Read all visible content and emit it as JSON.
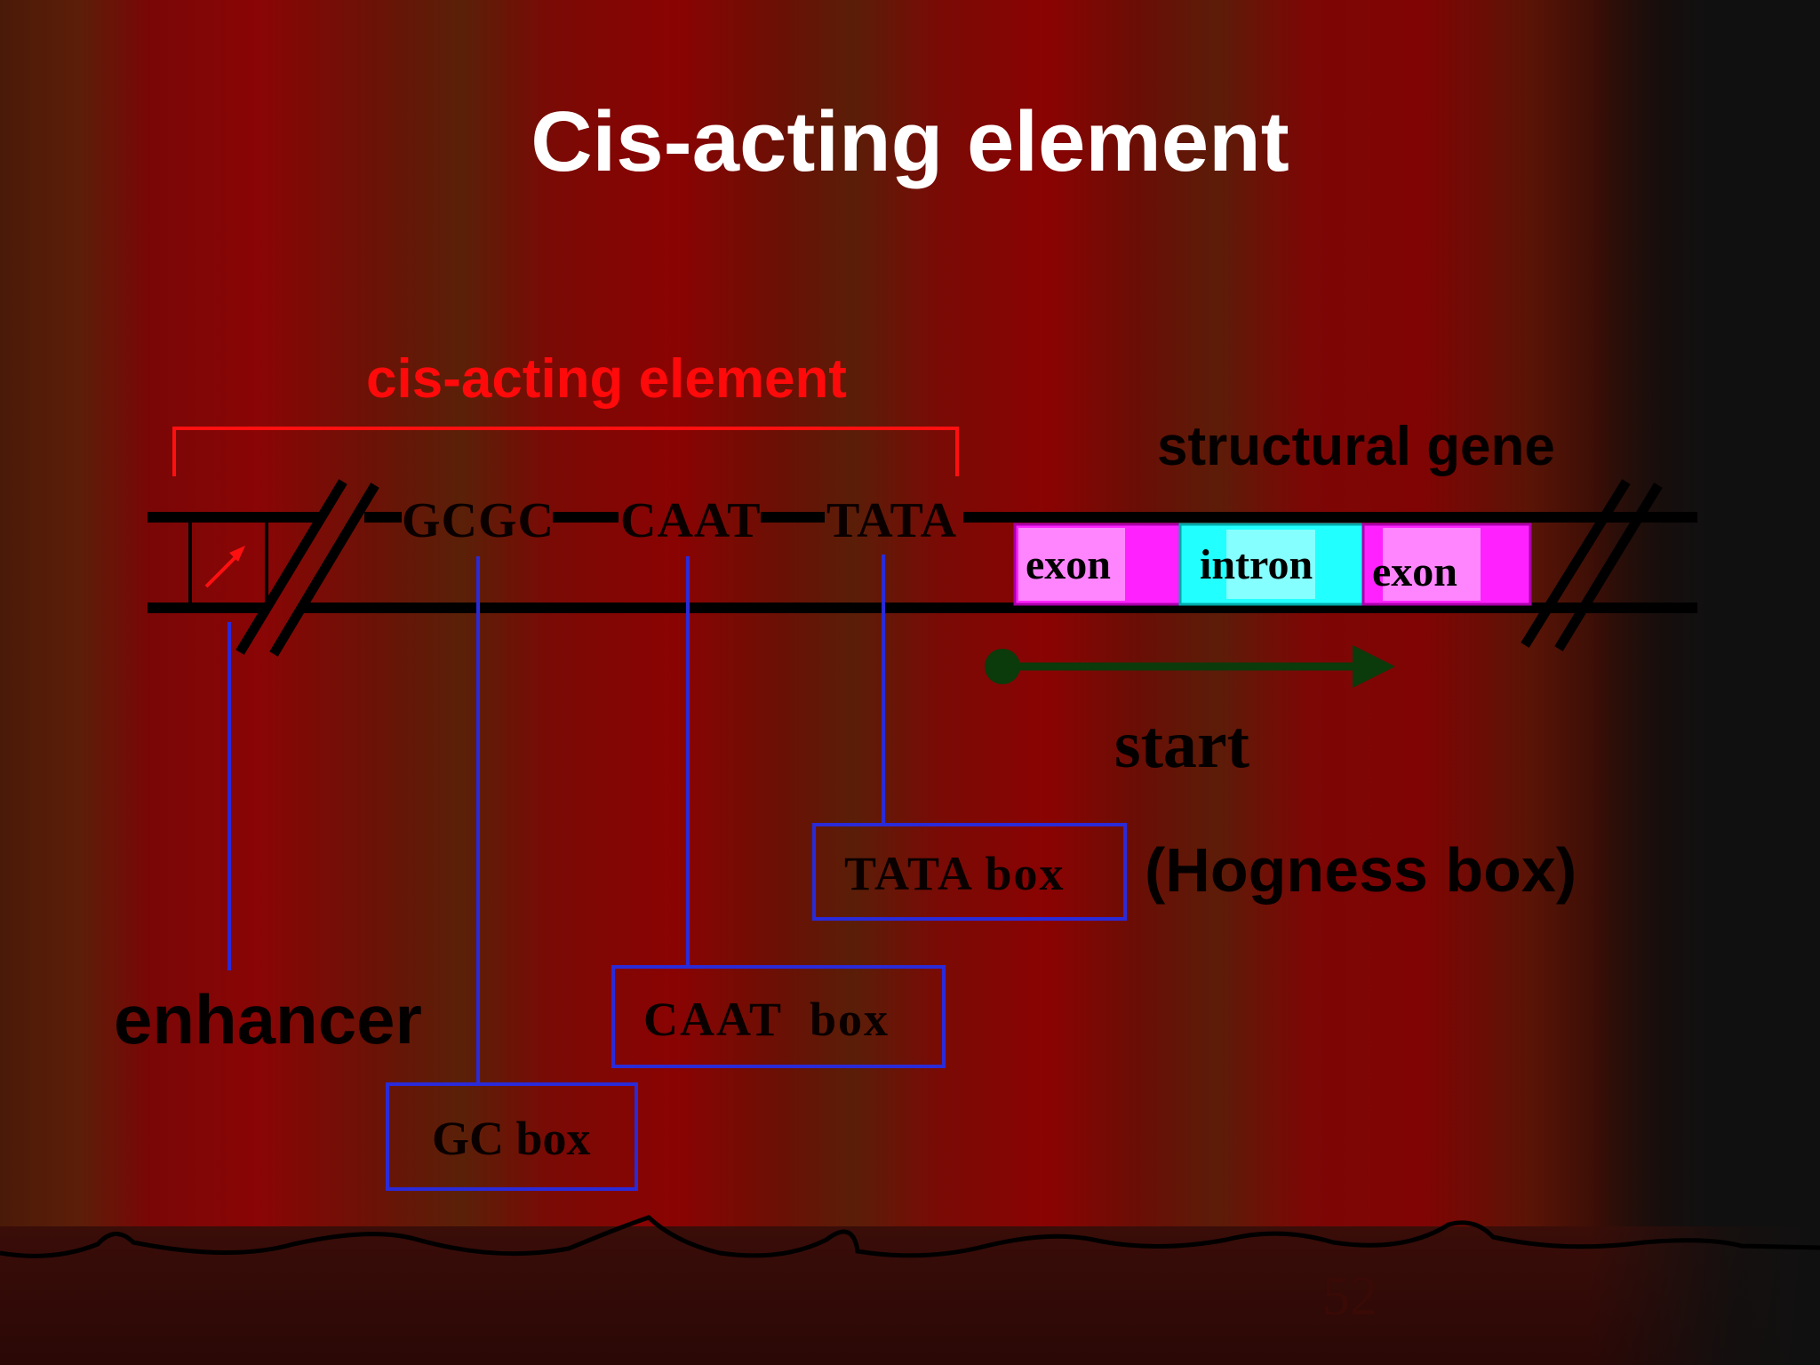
{
  "slide": {
    "title": "Cis-acting element",
    "page_number": "52"
  },
  "diagram": {
    "bracket_label": "cis-acting element",
    "structural_label": "structural gene",
    "sequences": [
      "GCGC",
      "CAAT",
      "TATA"
    ],
    "gene_segments": [
      {
        "label": "exon",
        "color": "#ff22ff"
      },
      {
        "label": "intron",
        "color": "#22ffff"
      },
      {
        "label": "exon",
        "color": "#ff22ff"
      }
    ],
    "start_label": "start",
    "boxes": {
      "tata": "TATA box",
      "caat": "CAAT  box",
      "gc": "GC box"
    },
    "hogness_label": "(Hogness box)",
    "enhancer_label": "enhancer"
  },
  "colors": {
    "bracket": "#ff1010",
    "callout_lines": "#2a2ad8",
    "start_arrow": "#0b3a0b",
    "dna_strand": "#000000"
  }
}
